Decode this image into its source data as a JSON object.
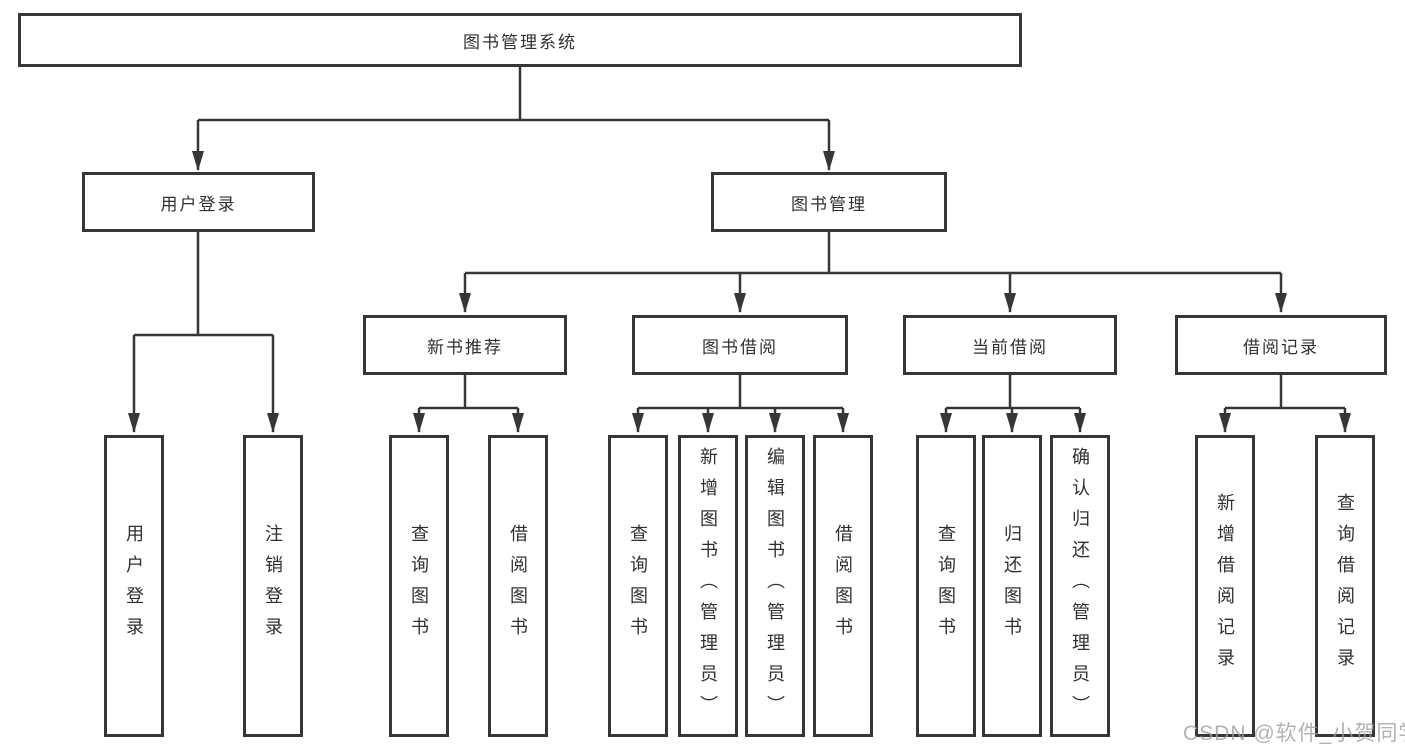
{
  "root": {
    "label": "图书管理系统"
  },
  "level2": [
    {
      "id": "user-login-branch",
      "label": "用户登录"
    },
    {
      "id": "book-management-branch",
      "label": "图书管理"
    }
  ],
  "level3": [
    {
      "id": "new-book-recommend",
      "label": "新书推荐"
    },
    {
      "id": "book-borrowing",
      "label": "图书借阅"
    },
    {
      "id": "current-borrowing",
      "label": "当前借阅"
    },
    {
      "id": "borrowing-records",
      "label": "借阅记录"
    }
  ],
  "leaves": [
    {
      "id": "user-login",
      "label": "用户登录"
    },
    {
      "id": "logout",
      "label": "注销登录"
    },
    {
      "id": "recommend-query-books",
      "label": "查询图书"
    },
    {
      "id": "recommend-borrow-books",
      "label": "借阅图书"
    },
    {
      "id": "borrowing-query-books",
      "label": "查询图书"
    },
    {
      "id": "borrowing-add-books-admin",
      "label": "新增图书（管理员）"
    },
    {
      "id": "borrowing-edit-books-admin",
      "label": "编辑图书（管理员）"
    },
    {
      "id": "borrowing-borrow-books",
      "label": "借阅图书"
    },
    {
      "id": "current-query-books",
      "label": "查询图书"
    },
    {
      "id": "current-return-books",
      "label": "归还图书"
    },
    {
      "id": "current-confirm-return-admin",
      "label": "确认归还（管理员）"
    },
    {
      "id": "records-add-borrow-record",
      "label": "新增借阅记录"
    },
    {
      "id": "records-query-borrow-record",
      "label": "查询借阅记录"
    }
  ],
  "watermark": {
    "text": "CSDN @软件_小贺同学"
  },
  "colors": {
    "line": "#363636",
    "border": "#363636",
    "text": "#303030",
    "watermark": "#9f9f9f",
    "background": "#ffffff"
  }
}
